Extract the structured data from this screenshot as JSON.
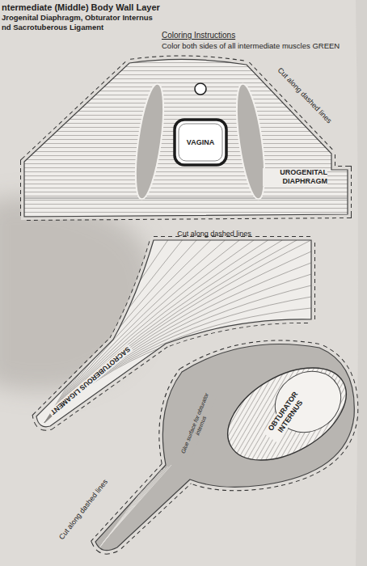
{
  "diagram": {
    "title": "ntermediate (Middle) Body Wall Layer",
    "nodes": [
      {
        "text": [
          "UROGENITAL DIAPHRAGM"
        ]
      },
      {
        "text": [
          "VAGINA"
        ],
        "in": 0
      },
      {
        "text": [
          "SACROTUBEROUS LIGAMENT"
        ]
      },
      {
        "text": [
          "Glue surface for obturator internus"
        ]
      },
      {
        "text": [
          "OBTURATOR INTERNUS"
        ],
        "in": 3
      }
    ],
    "labels": [
      "Jrogenital Diaphragm, Obturator Internus",
      "nd Sacrotuberous Ligament",
      "Coloring Instructions",
      "Color both sides of all intermediate muscles GREEN",
      "Cut along dashed lines",
      "Cut along dashed lines",
      "Cut along dashed lines"
    ]
  }
}
